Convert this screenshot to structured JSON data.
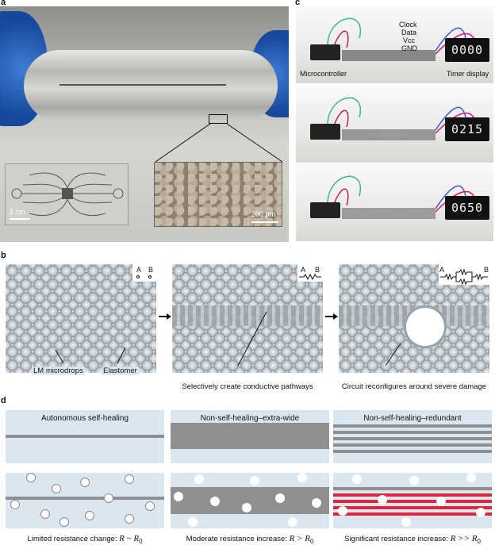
{
  "panels": {
    "a": "a",
    "b": "b",
    "c": "c",
    "d": "d"
  },
  "panel_a": {
    "scale_left": "2 cm",
    "scale_right": "200 µm"
  },
  "panel_c": {
    "pins": [
      "Clock",
      "Data",
      "Vcc",
      "GND"
    ],
    "microcontroller_label": "Microcontroller",
    "timer_label": "Timer display",
    "displays": [
      "0000",
      "0215",
      "0650"
    ]
  },
  "panel_b": {
    "terminal_a": "A",
    "terminal_b": "B",
    "label_microdrops": "LM microdrops",
    "label_elastomer": "Elastomer",
    "caption_middle": "Selectively create conductive pathways",
    "caption_right": "Circuit reconfigures around severe damage"
  },
  "panel_d": {
    "titles": [
      "Autonomous self-healing",
      "Non-self-healing–extra-wide",
      "Non-self-healing–redundant"
    ],
    "captions": [
      {
        "text": "Limited resistance change: ",
        "math": "R ~ R",
        "sub": "0"
      },
      {
        "text": "Moderate resistance increase: ",
        "math": "R > R",
        "sub": "0"
      },
      {
        "text": "Significant resistance increase: ",
        "math": "R >> R",
        "sub": "0"
      }
    ]
  },
  "colors": {
    "elastomer": "#dbe7f0",
    "trace": "#8f8f8f",
    "broken_trace": "#d8283a",
    "glove": "#1f5bb8"
  }
}
